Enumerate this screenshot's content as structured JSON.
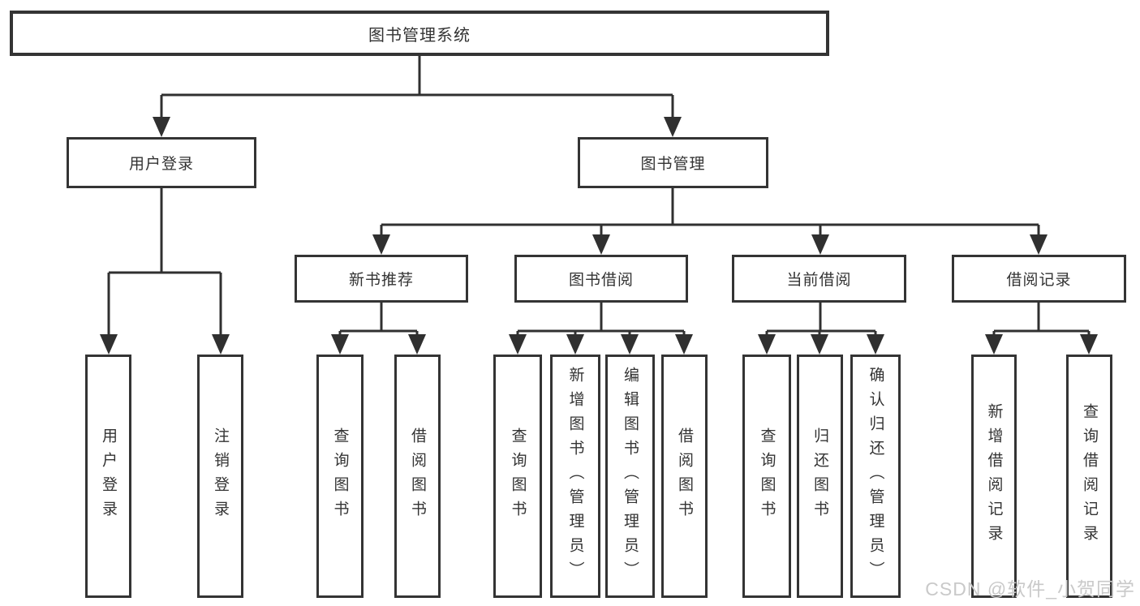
{
  "colors": {
    "background": "#ffffff",
    "line": "#303030",
    "box_border": "#343434",
    "text": "#333333",
    "watermark": "#c9c9c9"
  },
  "tree": {
    "root": {
      "label": "图书管理系统",
      "children": [
        {
          "label": "用户登录",
          "children": [
            {
              "label": "用户登录"
            },
            {
              "label": "注销登录"
            }
          ]
        },
        {
          "label": "图书管理",
          "children": [
            {
              "label": "新书推荐",
              "children": [
                {
                  "label": "查询图书"
                },
                {
                  "label": "借阅图书"
                }
              ]
            },
            {
              "label": "图书借阅",
              "children": [
                {
                  "label": "查询图书"
                },
                {
                  "label": "新增图书（管理员）"
                },
                {
                  "label": "编辑图书（管理员）"
                },
                {
                  "label": "借阅图书"
                }
              ]
            },
            {
              "label": "当前借阅",
              "children": [
                {
                  "label": "查询图书"
                },
                {
                  "label": "归还图书"
                },
                {
                  "label": "确认归还（管理员）"
                }
              ]
            },
            {
              "label": "借阅记录",
              "children": [
                {
                  "label": "新增借阅记录"
                },
                {
                  "label": "查询借阅记录"
                }
              ]
            }
          ]
        }
      ]
    }
  },
  "watermark": "CSDN @软件_小贺同学"
}
